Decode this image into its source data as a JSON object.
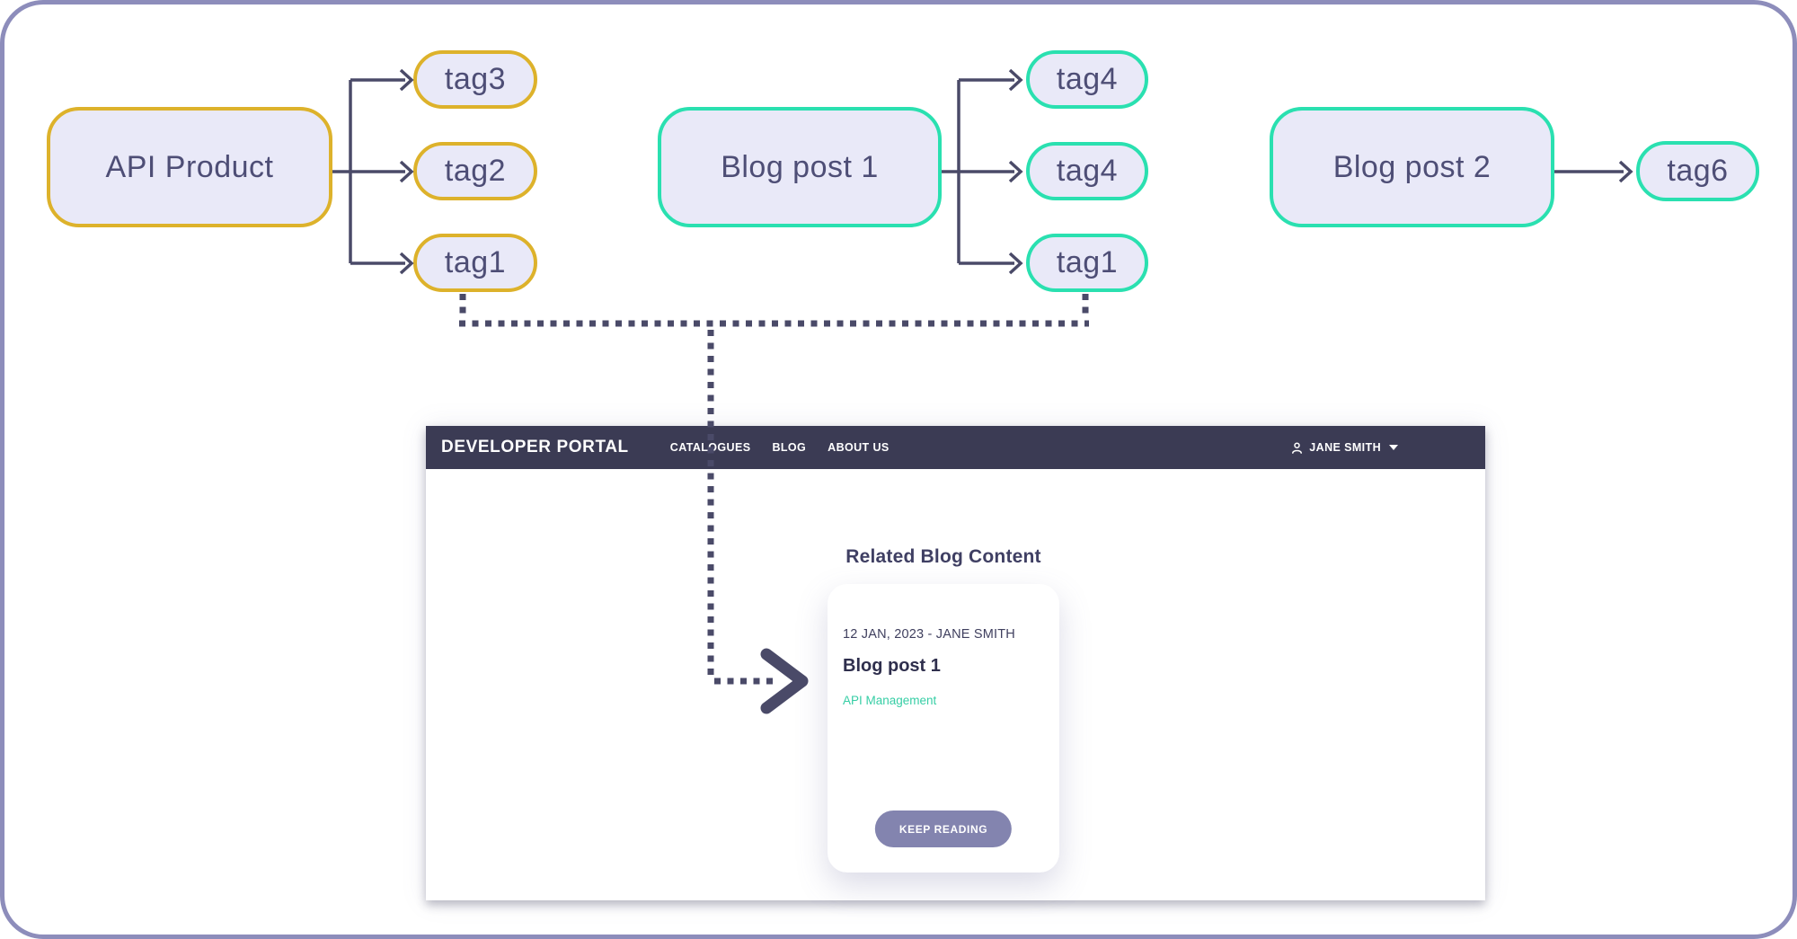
{
  "diagram": {
    "api_product": {
      "label": "API Product",
      "tags": [
        "tag3",
        "tag2",
        "tag1"
      ]
    },
    "blog_post_1": {
      "label": "Blog post 1",
      "tags": [
        "tag4",
        "tag4",
        "tag1"
      ]
    },
    "blog_post_2": {
      "label": "Blog post 2",
      "tags": [
        "tag6"
      ]
    },
    "colors": {
      "api_border": "#DDB22B",
      "blog_border": "#2AE0B0",
      "node_fill": "#E9E9F8",
      "node_text": "#4E4E76",
      "connector": "#4A4A68",
      "outer_border": "#8D8DBB"
    }
  },
  "portal": {
    "navbar": {
      "title": "DEVELOPER PORTAL",
      "items": [
        "CATALOGUES",
        "BLOG",
        "ABOUT US"
      ],
      "user_name": "JANE SMITH",
      "user_icon": "person-icon",
      "user_caret": "caret-down-icon",
      "bg_color": "#3B3B54"
    },
    "section_title": "Related Blog Content",
    "card": {
      "meta": "12 JAN, 2023 - JANE SMITH",
      "title": "Blog post 1",
      "tag": "API Management",
      "button_label": "KEEP READING",
      "button_color": "#8384AF",
      "tag_color": "#36CEA5"
    }
  }
}
